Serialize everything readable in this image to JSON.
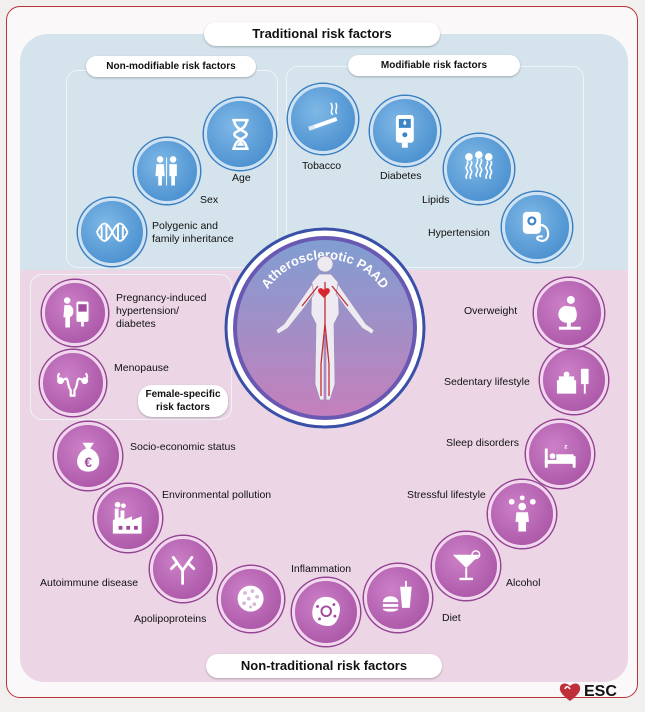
{
  "titles": {
    "traditional": "Traditional risk factors",
    "non_traditional": "Non-traditional risk factors",
    "non_modifiable": "Non-modifiable risk factors",
    "modifiable": "Modifiable risk factors",
    "female_specific": "Female-specific\nrisk factors"
  },
  "center_label": "Atherosclerotic PAAD",
  "brand": "ESC",
  "colors": {
    "blue": "#3c85c9",
    "purple": "#a24c9f",
    "accent_red": "#c0303a"
  },
  "factors": {
    "age": "Age",
    "sex": "Sex",
    "polygenic": "Polygenic and\nfamily inheritance",
    "tobacco": "Tobacco",
    "diabetes": "Diabetes",
    "lipids": "Lipids",
    "hypertension": "Hypertension",
    "pregnancy": "Pregnancy-induced\nhypertension/\ndiabetes",
    "menopause": "Menopause",
    "socio": "Socio-economic status",
    "pollution": "Environmental pollution",
    "autoimmune": "Autoimmune disease",
    "apolipo": "Apolipoproteins",
    "inflammation": "Inflammation",
    "diet": "Diet",
    "alcohol": "Alcohol",
    "stress": "Stressful lifestyle",
    "sleep": "Sleep disorders",
    "sedentary": "Sedentary lifestyle",
    "overweight": "Overweight"
  },
  "icons": [
    "hourglass-icon",
    "people-icon",
    "dna-icon",
    "cigarette-icon",
    "glucose-meter-icon",
    "lipids-icon",
    "blood-pressure-icon",
    "pregnant-woman-icon",
    "uterus-icon",
    "money-bag-icon",
    "factory-icon",
    "antibody-icon",
    "particle-icon",
    "cell-icon",
    "fast-food-icon",
    "cocktail-icon",
    "stressed-person-icon",
    "bed-icon",
    "armchair-tv-icon",
    "overweight-person-icon",
    "heart-logo-icon",
    "human-body-icon"
  ]
}
